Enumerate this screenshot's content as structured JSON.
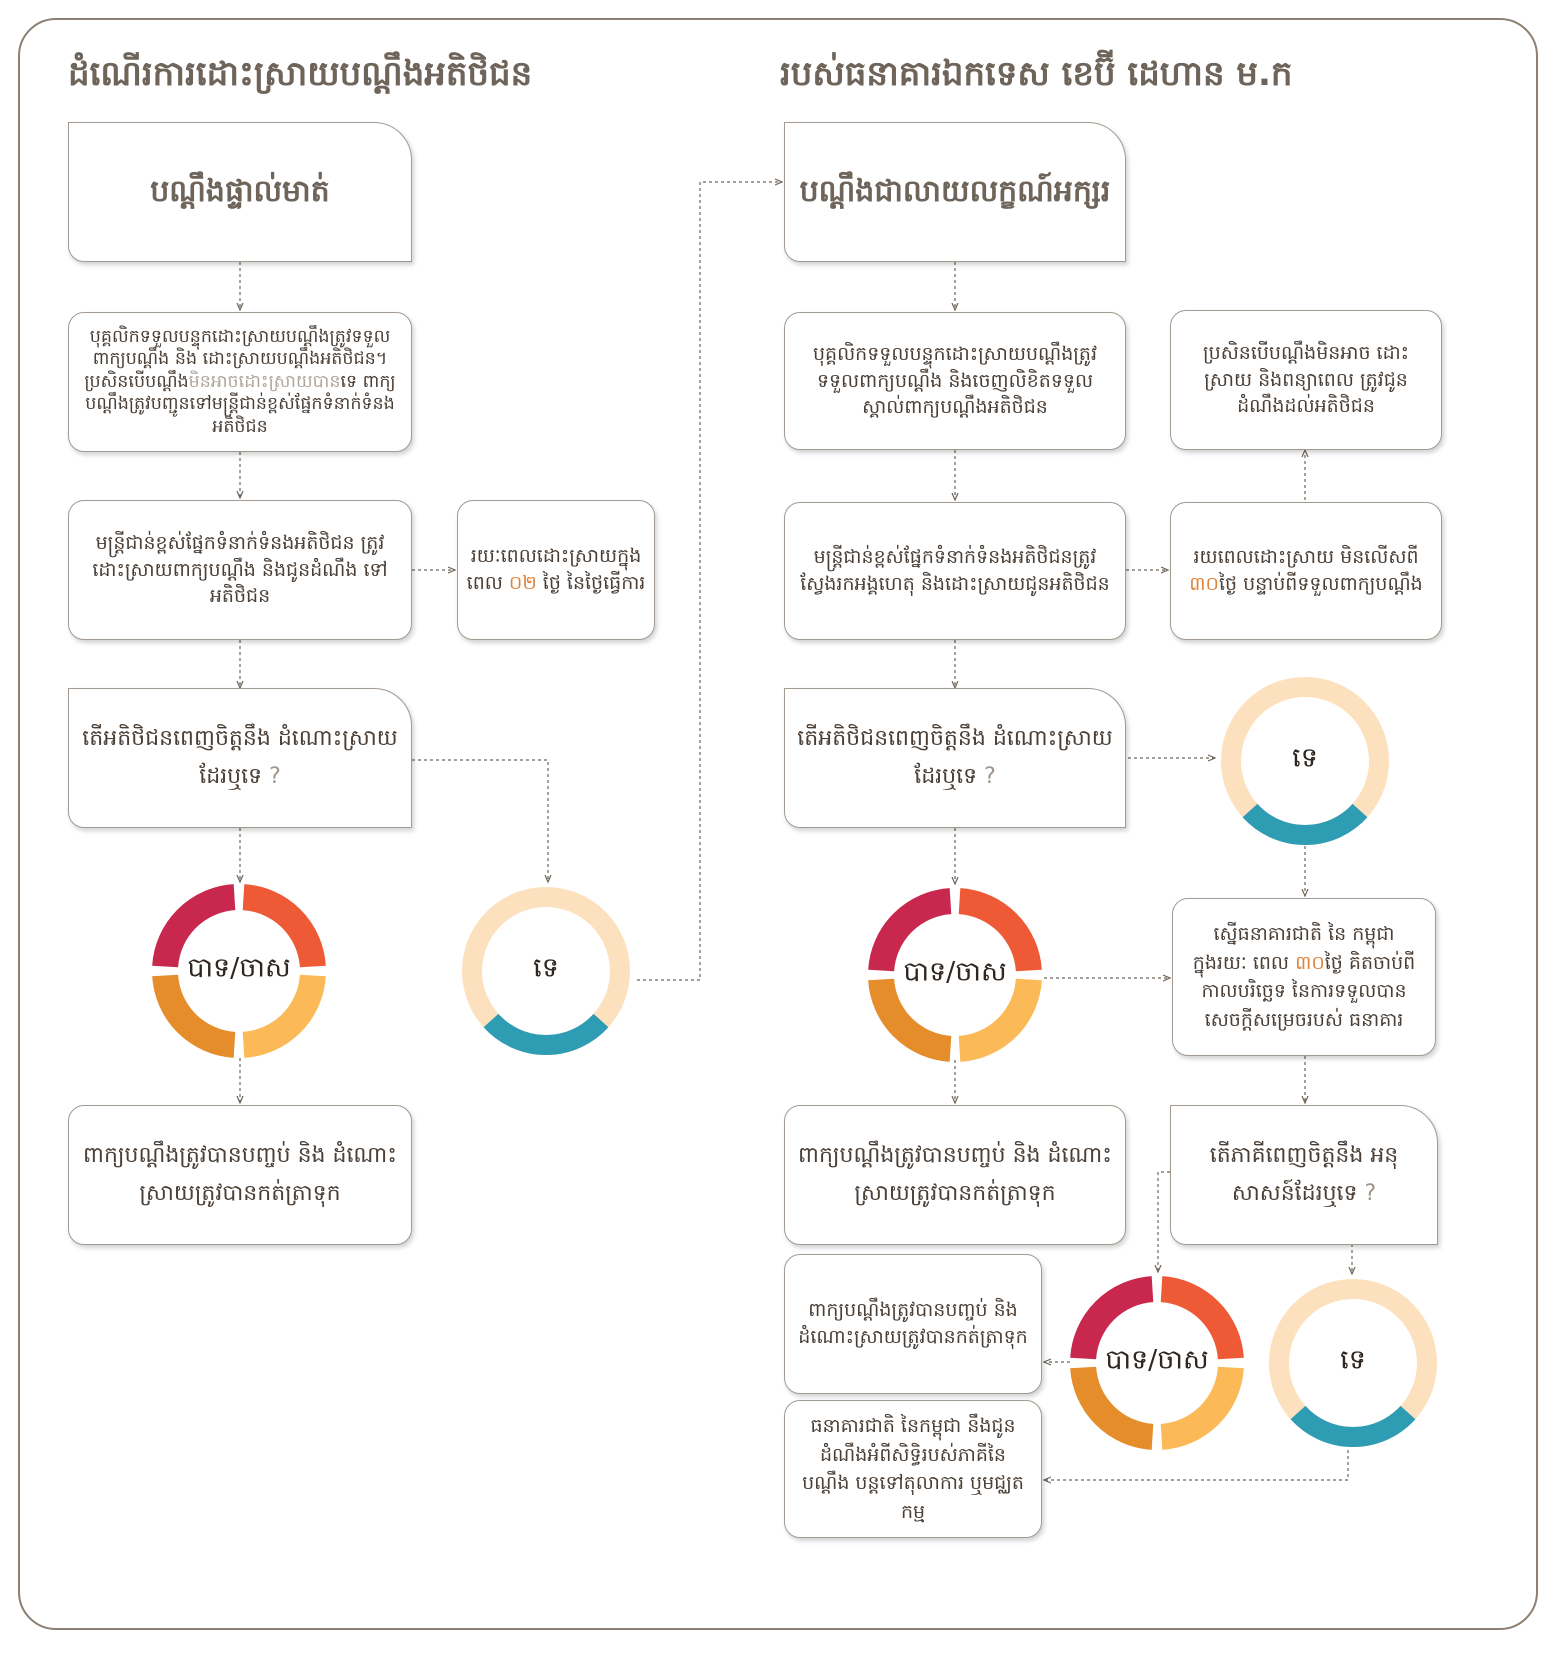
{
  "titles": {
    "left": "ដំណើរការដោះស្រាយបណ្តឹងអតិថិជន",
    "right": "របស់ធនាគារឯកទេស ខេប៊ី ដេហាន ម.ក"
  },
  "left_flow": {
    "head": "បណ្តឹងផ្ទាល់មាត់",
    "step1_pre": "បុគ្គលិកទទួលបន្ទុកដោះស្រាយបណ្តឹងត្រូវទទួលពាក្យបណ្តឹង និង ដោះស្រាយបណ្តឹងអតិថិជន។ ប្រសិនបើបណ្តឹង",
    "step1_hl": "មិនអាចដោះស្រាយបាន",
    "step1_post": "ទេ ពាក្យបណ្តឹងត្រូវបញ្ជូនទៅមន្ត្រីជាន់ខ្ពស់ផ្នែកទំនាក់ទំនងអតិថិជន",
    "step2": "មន្ត្រីជាន់ខ្ពស់ផ្នែកទំនាក់ទំនងអតិថិជន ត្រូវដោះស្រាយពាក្យបណ្តឹង និងជូនដំណឹង ទៅអតិថិជន",
    "side_pre": "រយៈពេលដោះស្រាយក្នុង ពេល ",
    "side_num": "០២",
    "side_post": " ថ្ងៃ នៃថ្ងៃធ្វើការ",
    "question": "តើអតិថិជនពេញចិត្តនឹង ដំណោះស្រាយដែរឬទេ",
    "qmark": "?",
    "yes": "បាទ/ចាស",
    "no": "ទេ",
    "result": "ពាក្យបណ្តឹងត្រូវបានបញ្ចប់ និង ដំណោះស្រាយត្រូវបានកត់ត្រាទុក"
  },
  "right_flow": {
    "head": "បណ្តឹងជាលាយលក្ខណ៍អក្សរ",
    "step1": "បុគ្គលិកទទួលបន្ទុកដោះស្រាយបណ្តឹងត្រូវ ទទួលពាក្យបណ្តឹង និងចេញលិខិតទទួល ស្គាល់ពាក្យបណ្តឹងអតិថិជន",
    "step2": "មន្ត្រីជាន់ខ្ពស់ផ្នែកទំនាក់ទំនងអតិថិជនត្រូវ ស្វែងរកអង្គហេតុ និងដោះស្រាយជូនអតិថិជន",
    "side_top": "ប្រសិនបើបណ្តឹងមិនអាច ដោះស្រាយ និងពន្យាពេល ត្រូវជូនដំណឹងដល់អតិថិជន",
    "side_mid_pre": "រយពេលដោះស្រាយ មិនលើសពី ",
    "side_mid_num": "៣០",
    "side_mid_post": "ថ្ងៃ បន្ទាប់ពីទទួលពាក្យបណ្តឹង",
    "question": "តើអតិថិជនពេញចិត្តនឹង ដំណោះស្រាយដែរឬទេ",
    "qmark": "?",
    "yes": "បាទ/ចាស",
    "no": "ទេ",
    "result": "ពាក្យបណ្តឹងត្រូវបានបញ្ចប់ និង ដំណោះស្រាយត្រូវបានកត់ត្រាទុក",
    "nbc_pre": "ស្នើធនាគារជាតិ នៃ កម្ពុជា ក្នុងរយៈ ពេល ",
    "nbc_num": "៣០",
    "nbc_post": "ថ្ងៃ គិតចាប់ពីកាលបរិច្ឆេទ នៃការទទួលបានសេចក្តីសម្រេចរបស់ ធនាគារ",
    "question2": "តើភាគីពេញចិត្តនឹង អនុសាសន៍ដែរឬទេ",
    "qmark2": "?",
    "yes2": "បាទ/ចាស",
    "no2": "ទេ",
    "result2": "ពាក្យបណ្តឹងត្រូវបានបញ្ចប់ និង ដំណោះស្រាយត្រូវបានកត់ត្រាទុក",
    "court": "ធនាគារជាតិ នៃកម្ពុជា នឹងជូន ដំណឹងអំពីសិទ្ធិរបស់ភាគីនៃបណ្តឹង បន្តទៅតុលាការ ឬមជ្ឈតកម្ម"
  },
  "colors": {
    "yes_segments": [
      "#ee5a36",
      "#fbb957",
      "#e48d2a",
      "#c9284e"
    ],
    "no_ring": "#fde0bd",
    "no_arc": "#2e9cb3",
    "border": "#8c7f73",
    "highlight_orange": "#e0843a"
  }
}
